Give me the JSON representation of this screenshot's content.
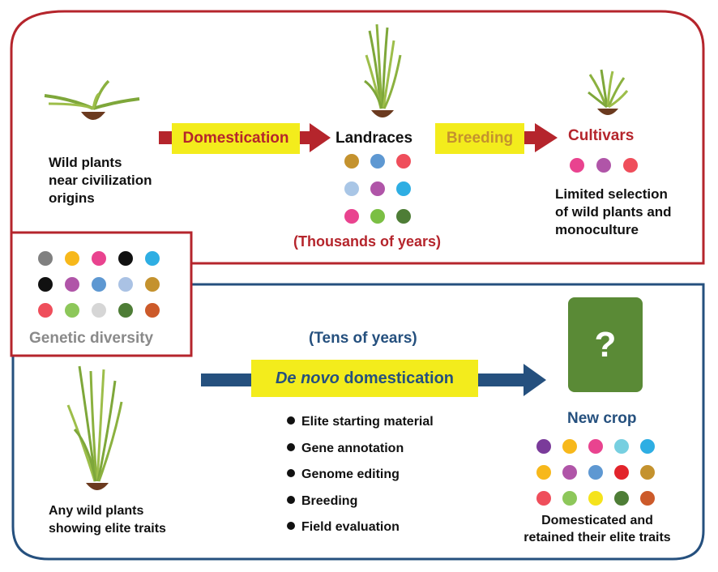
{
  "colors": {
    "red_frame": "#b5252c",
    "blue_frame": "#25507e",
    "highlight": "#f3ec1c",
    "arrow_red": "#b5252c",
    "arrow_blue": "#25507e",
    "new_crop_box": "#5a8a36"
  },
  "top": {
    "wild_plants_label": [
      "Wild plants",
      "near civilization",
      "origins"
    ],
    "domestication_label": "Domestication",
    "landraces_label": "Landraces",
    "breeding_label": "Breeding",
    "cultivars_label": "Cultivars",
    "thousands_label": "(Thousands of years)",
    "cultivars_note": [
      "Limited selection",
      "of wild plants and",
      "monoculture"
    ],
    "landrace_dots": [
      "#c4922e",
      "#5e98d2",
      "#ef4e5b",
      "#a9c6e6",
      "#b055a8",
      "#2eaee3",
      "#e9438f",
      "#7bbf44",
      "#4e7d36"
    ],
    "cultivar_dots": [
      "#e9438f",
      "#b055a8",
      "#ef4e5b"
    ]
  },
  "diversity": {
    "label": "Genetic diversity",
    "dots": [
      "#808080",
      "#f7b81b",
      "#e9438f",
      "#111111",
      "#2eaee3",
      "#111111",
      "#b055a8",
      "#5e98d2",
      "#aac2e4",
      "#c4922e",
      "#ef4e5b",
      "#8dc75a",
      "#d6d6d6",
      "#4e7d36",
      "#cc5a2a"
    ]
  },
  "bottom": {
    "tens_label": "(Tens of years)",
    "de_novo_italic": "De novo",
    "de_novo_rest": " domestication",
    "steps": [
      "Elite starting material",
      "Gene annotation",
      "Genome editing",
      "Breeding",
      "Field evaluation"
    ],
    "wild_any_label": [
      "Any wild plants",
      "showing elite traits"
    ],
    "question_mark": "?",
    "new_crop_label": "New crop",
    "new_crop_note": [
      "Domesticated and",
      "retained their elite traits"
    ],
    "new_crop_dots": [
      "#7a3b9a",
      "#f7b81b",
      "#e9438f",
      "#77cfe0",
      "#2eaee3",
      "#f7b81b",
      "#b055a8",
      "#5e98d2",
      "#e2242b",
      "#c4922e",
      "#ef4e5b",
      "#8dc75a",
      "#f5e31c",
      "#4e7d36",
      "#cc5a2a"
    ]
  }
}
